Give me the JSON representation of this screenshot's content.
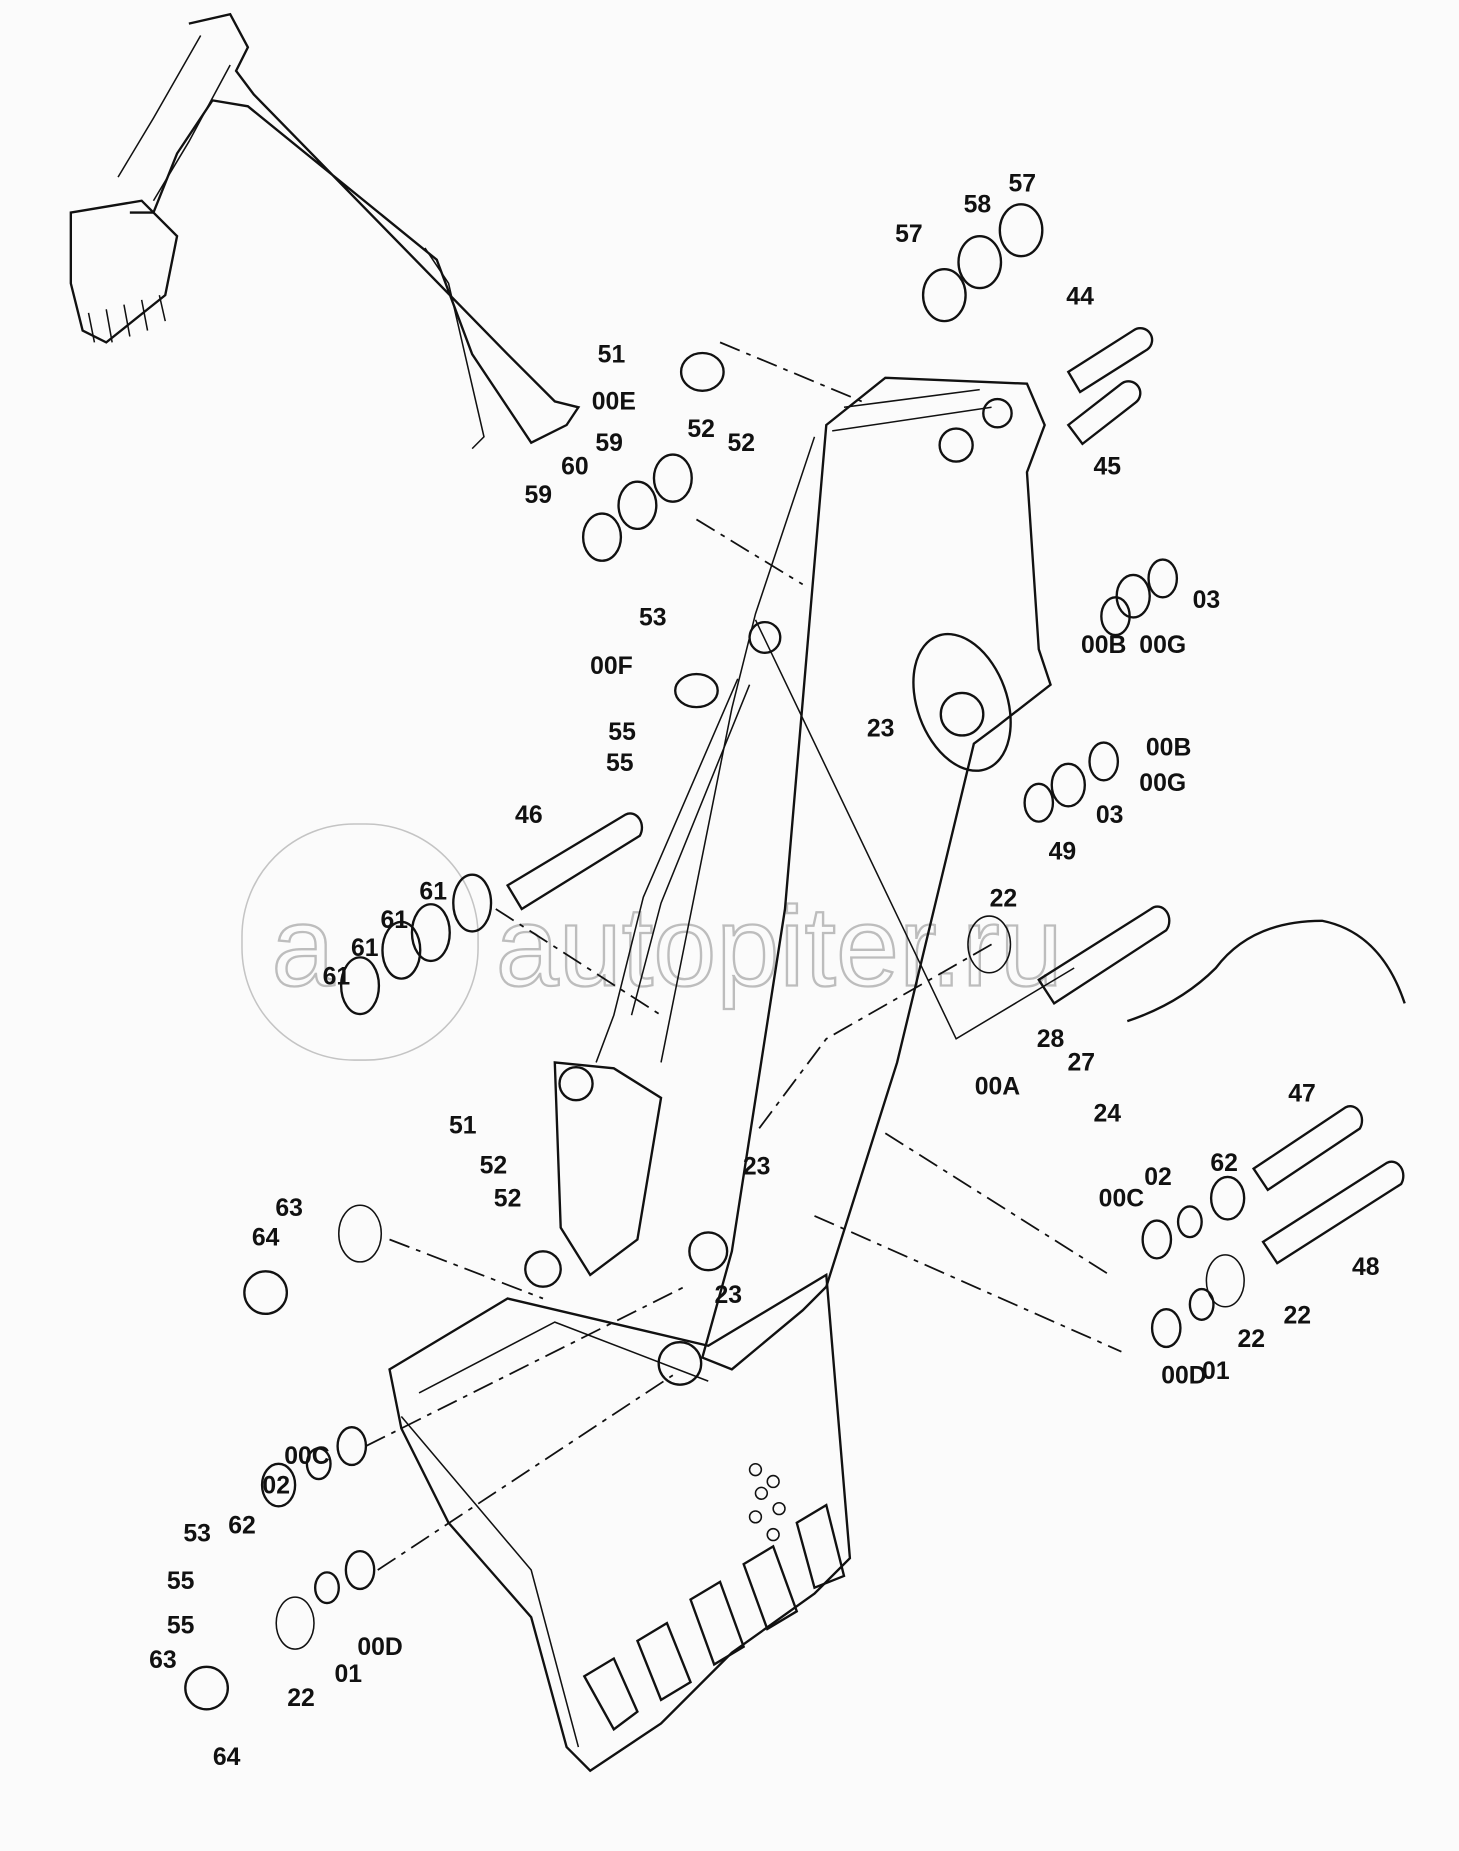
{
  "diagram": {
    "title": "Excavator arm and bucket exploded parts diagram",
    "watermark": "autopiter.ru",
    "watermark_logo": "a",
    "callouts": [
      "57",
      "58",
      "57",
      "44",
      "45",
      "51",
      "00E",
      "52",
      "52",
      "60",
      "59",
      "59",
      "53",
      "00F",
      "55",
      "55",
      "23",
      "03",
      "00G",
      "00B",
      "00B",
      "00G",
      "03",
      "46",
      "61",
      "61",
      "61",
      "61",
      "49",
      "22",
      "28",
      "27",
      "24",
      "00A",
      "51",
      "52",
      "52",
      "23",
      "47",
      "62",
      "02",
      "00C",
      "22",
      "63",
      "64",
      "23",
      "48",
      "22",
      "01",
      "00D",
      "00C",
      "02",
      "62",
      "53",
      "55",
      "55",
      "63",
      "22",
      "01",
      "00D",
      "64"
    ]
  }
}
